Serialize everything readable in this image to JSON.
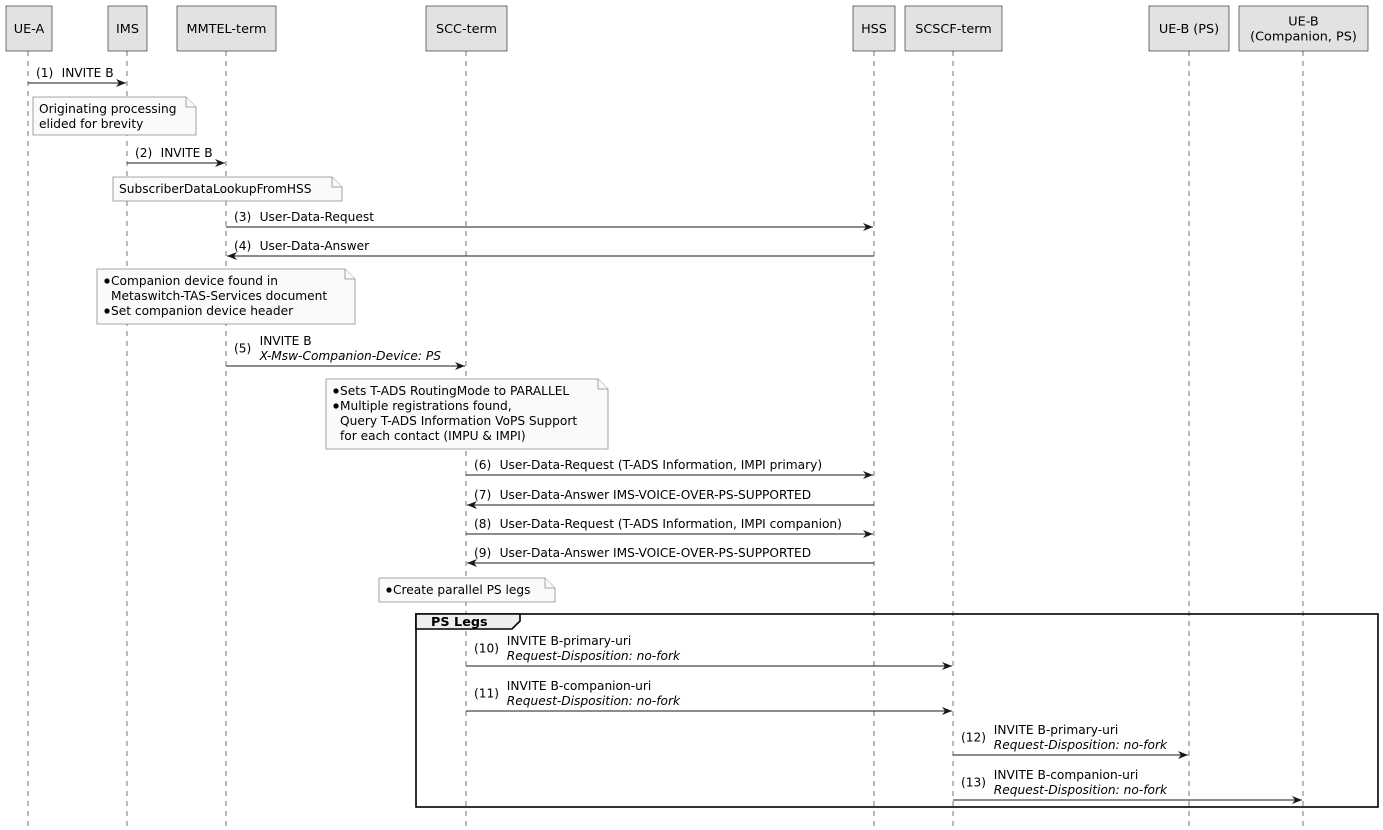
{
  "participants": [
    {
      "id": "ue_a",
      "label": [
        "UE-A"
      ]
    },
    {
      "id": "ims",
      "label": [
        "IMS"
      ]
    },
    {
      "id": "mmtel",
      "label": [
        "MMTEL-term"
      ]
    },
    {
      "id": "scc",
      "label": [
        "SCC-term"
      ]
    },
    {
      "id": "hss",
      "label": [
        "HSS"
      ]
    },
    {
      "id": "scscf",
      "label": [
        "SCSCF-term"
      ]
    },
    {
      "id": "ueb_ps",
      "label": [
        "UE-B (PS)"
      ]
    },
    {
      "id": "ueb_comp",
      "label": [
        "UE-B",
        "(Companion, PS)"
      ]
    }
  ],
  "messages": [
    {
      "num": "(1)",
      "from": "ue_a",
      "to": "ims",
      "lines": [
        {
          "text": "INVITE B",
          "italic": false
        }
      ]
    },
    {
      "num": "(2)",
      "from": "ims",
      "to": "mmtel",
      "lines": [
        {
          "text": "INVITE B",
          "italic": false
        }
      ]
    },
    {
      "num": "(3)",
      "from": "mmtel",
      "to": "hss",
      "lines": [
        {
          "text": "User-Data-Request",
          "italic": false
        }
      ]
    },
    {
      "num": "(4)",
      "from": "hss",
      "to": "mmtel",
      "lines": [
        {
          "text": "User-Data-Answer",
          "italic": false
        }
      ]
    },
    {
      "num": "(5)",
      "from": "mmtel",
      "to": "scc",
      "lines": [
        {
          "text": "INVITE B",
          "italic": false
        },
        {
          "text": "X-Msw-Companion-Device: PS",
          "italic": true
        }
      ]
    },
    {
      "num": "(6)",
      "from": "scc",
      "to": "hss",
      "lines": [
        {
          "text": "User-Data-Request (T-ADS Information, IMPI primary)",
          "italic": false
        }
      ]
    },
    {
      "num": "(7)",
      "from": "hss",
      "to": "scc",
      "lines": [
        {
          "text": "User-Data-Answer IMS-VOICE-OVER-PS-SUPPORTED",
          "italic": false
        }
      ]
    },
    {
      "num": "(8)",
      "from": "scc",
      "to": "hss",
      "lines": [
        {
          "text": "User-Data-Request (T-ADS Information, IMPI companion)",
          "italic": false
        }
      ]
    },
    {
      "num": "(9)",
      "from": "hss",
      "to": "scc",
      "lines": [
        {
          "text": "User-Data-Answer IMS-VOICE-OVER-PS-SUPPORTED",
          "italic": false
        }
      ]
    },
    {
      "num": "(10)",
      "from": "scc",
      "to": "scscf",
      "lines": [
        {
          "text": "INVITE B-primary-uri",
          "italic": false
        },
        {
          "text": "Request-Disposition: no-fork",
          "italic": true
        }
      ]
    },
    {
      "num": "(11)",
      "from": "scc",
      "to": "scscf",
      "lines": [
        {
          "text": "INVITE B-companion-uri",
          "italic": false
        },
        {
          "text": "Request-Disposition: no-fork",
          "italic": true
        }
      ]
    },
    {
      "num": "(12)",
      "from": "scscf",
      "to": "ueb_ps",
      "lines": [
        {
          "text": "INVITE B-primary-uri",
          "italic": false
        },
        {
          "text": "Request-Disposition: no-fork",
          "italic": true
        }
      ]
    },
    {
      "num": "(13)",
      "from": "scscf",
      "to": "ueb_comp",
      "lines": [
        {
          "text": "INVITE B-companion-uri",
          "italic": false
        },
        {
          "text": "Request-Disposition: no-fork",
          "italic": true
        }
      ]
    }
  ],
  "notes": [
    {
      "lines": [
        {
          "text": "Originating processing",
          "bullet": false
        },
        {
          "text": "elided for brevity",
          "bullet": false
        }
      ]
    },
    {
      "lines": [
        {
          "text": "SubscriberDataLookupFromHSS",
          "bullet": false
        }
      ]
    },
    {
      "lines": [
        {
          "text": "Companion device found in",
          "bullet": true
        },
        {
          "text": "Metaswitch-TAS-Services document",
          "bullet": false
        },
        {
          "text": "Set companion device header",
          "bullet": true
        }
      ]
    },
    {
      "lines": [
        {
          "text": "Sets T-ADS RoutingMode to PARALLEL",
          "bullet": true
        },
        {
          "text": "Multiple registrations found,",
          "bullet": true
        },
        {
          "text": "Query T-ADS Information VoPS Support",
          "bullet": false
        },
        {
          "text": "for each contact (IMPU & IMPI)",
          "bullet": false
        }
      ]
    },
    {
      "lines": [
        {
          "text": "Create parallel PS legs",
          "bullet": true
        }
      ]
    }
  ],
  "group": {
    "label": "PS Legs"
  }
}
